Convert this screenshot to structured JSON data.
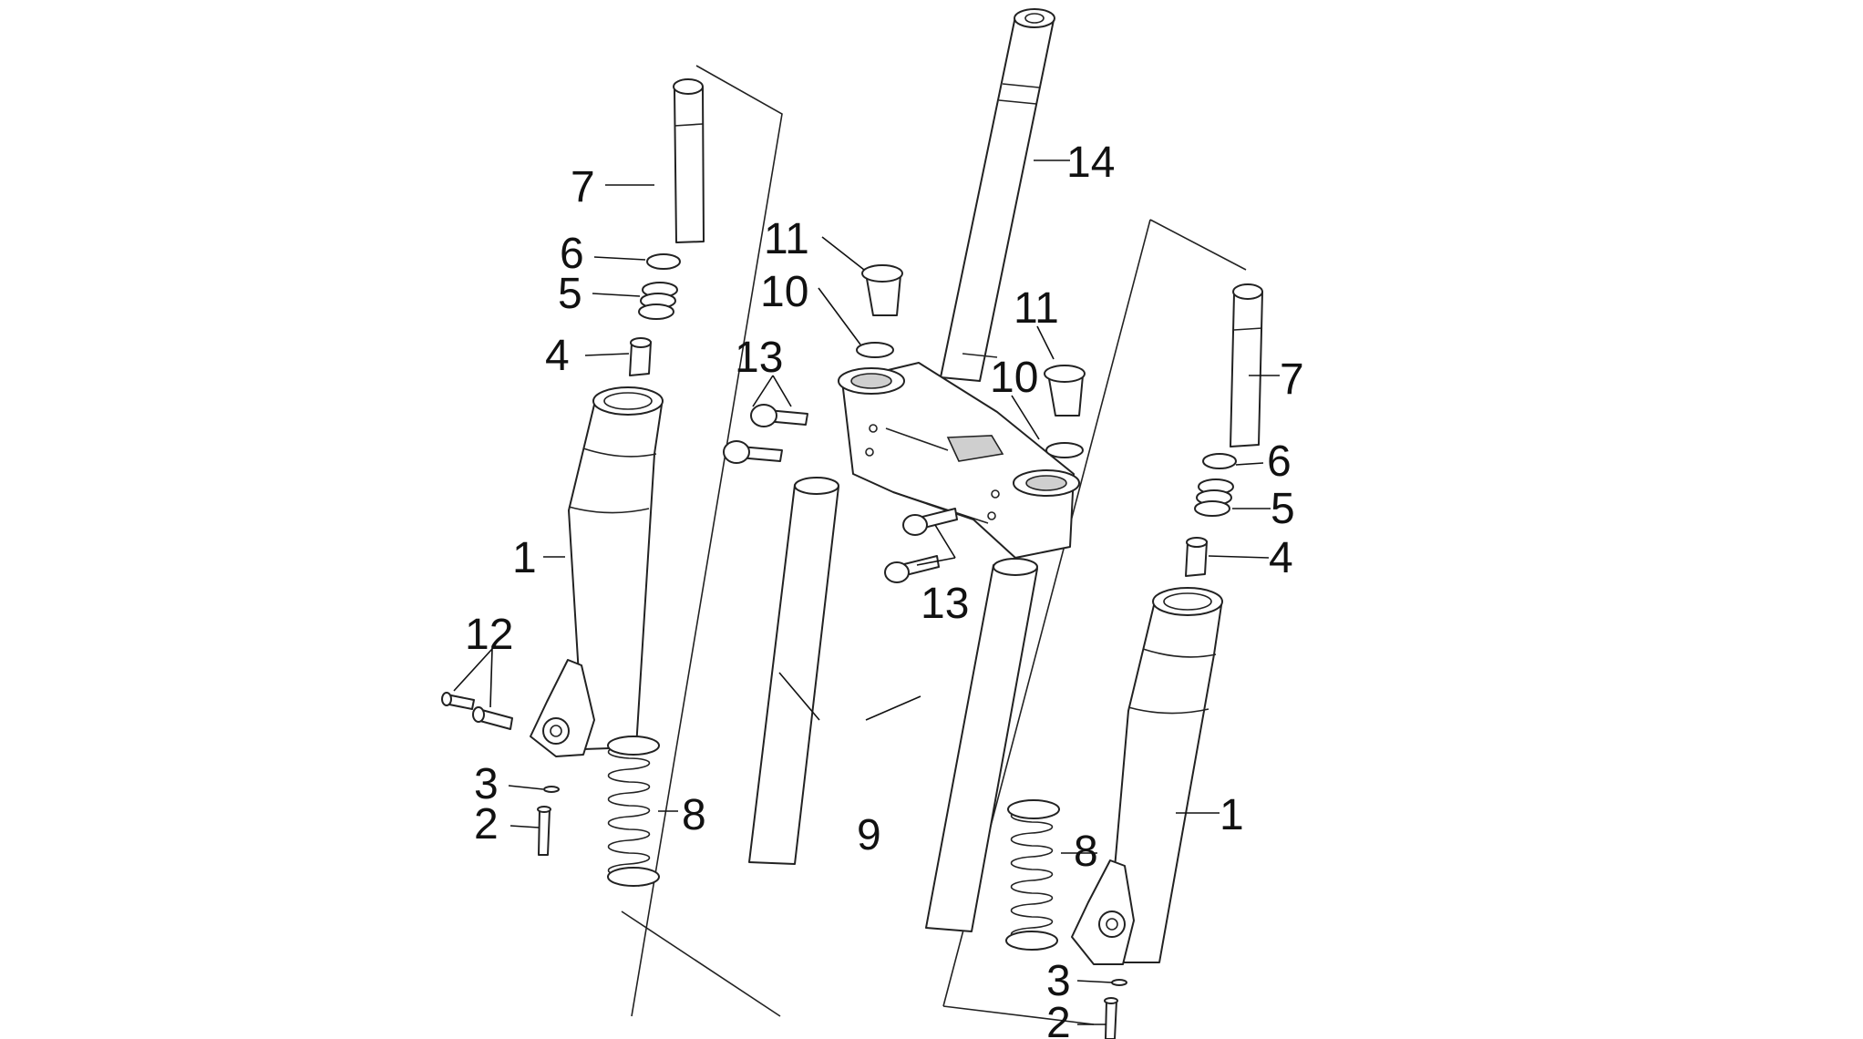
{
  "callouts": {
    "left_7": "7",
    "left_6": "6",
    "left_5": "5",
    "left_4": "4",
    "left_1": "1",
    "left_12": "12",
    "left_3": "3",
    "left_2": "2",
    "left_8": "8",
    "center_11a": "11",
    "center_10a": "10",
    "center_13a": "13",
    "center_14": "14",
    "center_11b": "11",
    "center_10b": "10",
    "center_13b": "13",
    "center_9": "9",
    "right_7": "7",
    "right_6": "6",
    "right_5": "5",
    "right_4": "4",
    "right_1": "1",
    "right_8": "8",
    "right_3": "3",
    "right_2": "2"
  }
}
